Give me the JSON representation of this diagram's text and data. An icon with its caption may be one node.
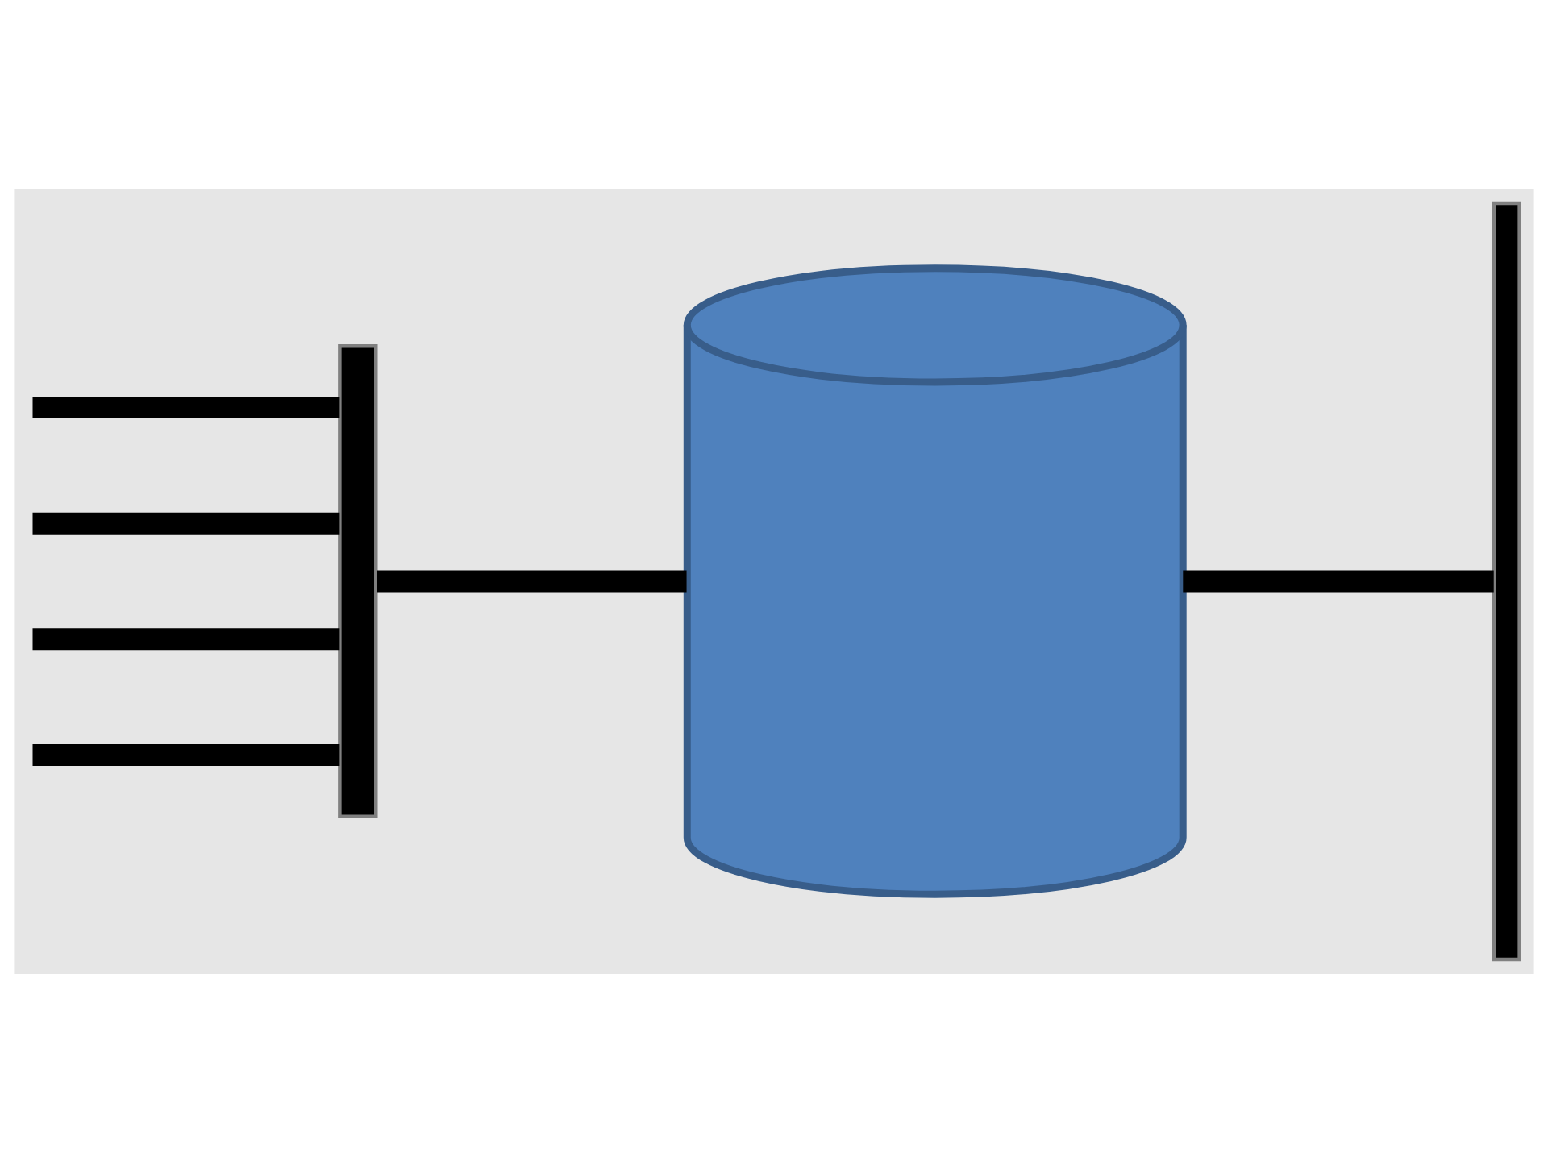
{
  "diagram": {
    "nodes": [
      {
        "text": [],
        "shape": "bar"
      },
      {
        "text": [],
        "shape": "cylinder"
      },
      {
        "text": [],
        "shape": "bar"
      }
    ],
    "edges": [
      {
        "from": null,
        "to": 0,
        "arrow": "none"
      },
      {
        "from": null,
        "to": 0,
        "arrow": "none"
      },
      {
        "from": null,
        "to": 0,
        "arrow": "none"
      },
      {
        "from": null,
        "to": 0,
        "arrow": "none"
      },
      {
        "from": 0,
        "to": 1,
        "arrow": "none"
      },
      {
        "from": 1,
        "to": 2,
        "arrow": "none"
      }
    ]
  }
}
